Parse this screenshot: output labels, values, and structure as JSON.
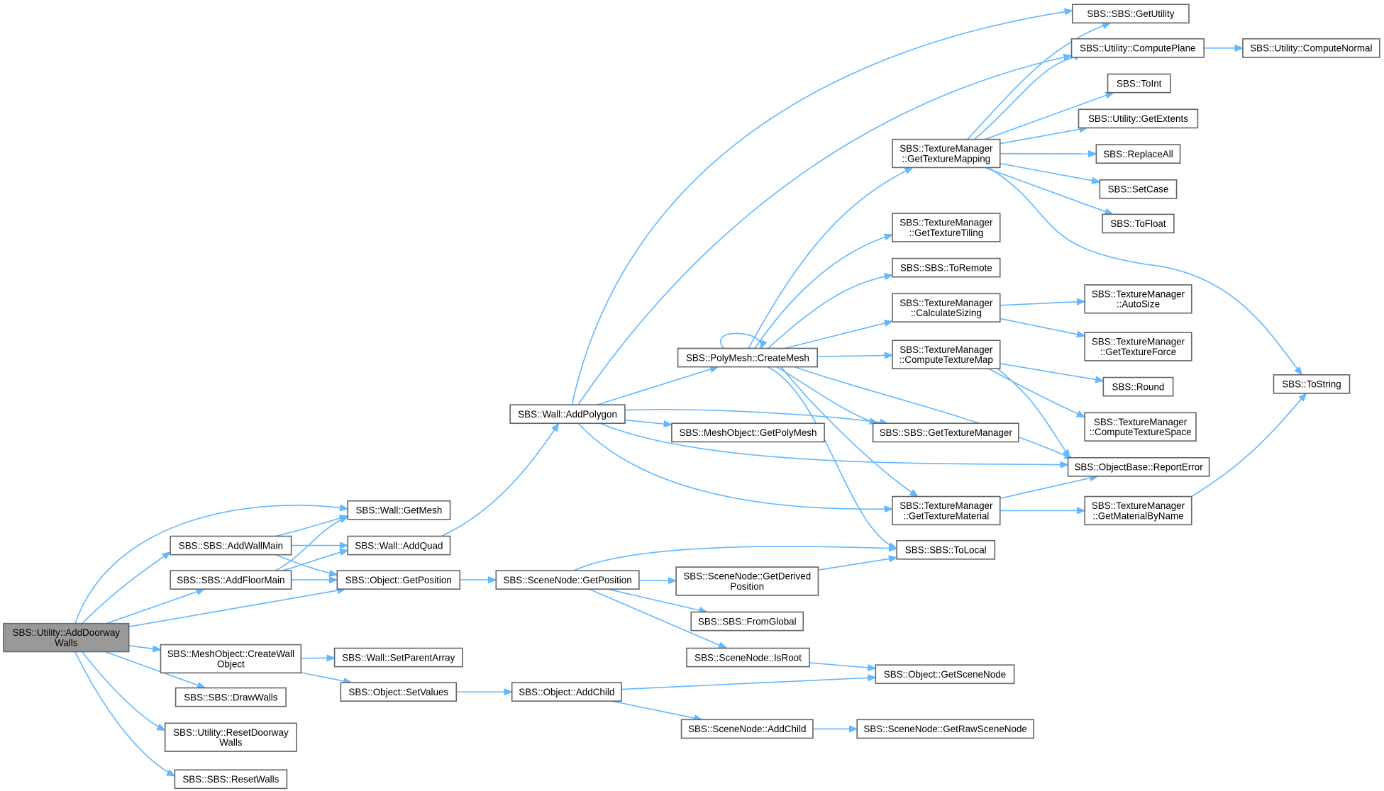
{
  "diagram": {
    "edge_color": "#63b8ff",
    "node_border_color": "#666666",
    "root_fill_color": "#999999",
    "nodes": [
      {
        "id": "root",
        "lines": [
          "SBS::Utility::AddDoorway",
          "Walls"
        ],
        "root": true
      },
      {
        "id": "getmesh",
        "lines": [
          "SBS::Wall::GetMesh"
        ]
      },
      {
        "id": "addwallmain",
        "lines": [
          "SBS::SBS::AddWallMain"
        ]
      },
      {
        "id": "addquad",
        "lines": [
          "SBS::Wall::AddQuad"
        ]
      },
      {
        "id": "addfloormain",
        "lines": [
          "SBS::SBS::AddFloorMain"
        ]
      },
      {
        "id": "objgetpos",
        "lines": [
          "SBS::Object::GetPosition"
        ]
      },
      {
        "id": "createwall",
        "lines": [
          "SBS::MeshObject::CreateWall",
          "Object"
        ]
      },
      {
        "id": "setparent",
        "lines": [
          "SBS::Wall::SetParentArray"
        ]
      },
      {
        "id": "setvalues",
        "lines": [
          "SBS::Object::SetValues"
        ]
      },
      {
        "id": "drawwalls",
        "lines": [
          "SBS::SBS::DrawWalls"
        ]
      },
      {
        "id": "resetdoor",
        "lines": [
          "SBS::Utility::ResetDoorway",
          "Walls"
        ]
      },
      {
        "id": "resetwalls",
        "lines": [
          "SBS::SBS::ResetWalls"
        ]
      },
      {
        "id": "addpolygon",
        "lines": [
          "SBS::Wall::AddPolygon"
        ]
      },
      {
        "id": "sngetpos",
        "lines": [
          "SBS::SceneNode::GetPosition"
        ]
      },
      {
        "id": "objaddchild",
        "lines": [
          "SBS::Object::AddChild"
        ]
      },
      {
        "id": "createmesh",
        "lines": [
          "SBS::PolyMesh::CreateMesh"
        ]
      },
      {
        "id": "getpolymesh",
        "lines": [
          "SBS::MeshObject::GetPolyMesh"
        ]
      },
      {
        "id": "sngetderived",
        "lines": [
          "SBS::SceneNode::GetDerived",
          "Position"
        ]
      },
      {
        "id": "fromglobal",
        "lines": [
          "SBS::SBS::FromGlobal"
        ]
      },
      {
        "id": "isroot",
        "lines": [
          "SBS::SceneNode::IsRoot"
        ]
      },
      {
        "id": "snaddchild",
        "lines": [
          "SBS::SceneNode::AddChild"
        ]
      },
      {
        "id": "gettexmapping",
        "lines": [
          "SBS::TextureManager",
          "::GetTextureMapping"
        ]
      },
      {
        "id": "gettextiling",
        "lines": [
          "SBS::TextureManager",
          "::GetTextureTiling"
        ]
      },
      {
        "id": "toremote",
        "lines": [
          "SBS::SBS::ToRemote"
        ]
      },
      {
        "id": "calcsizing",
        "lines": [
          "SBS::TextureManager",
          "::CalculateSizing"
        ]
      },
      {
        "id": "computetexmap",
        "lines": [
          "SBS::TextureManager",
          "::ComputeTextureMap"
        ]
      },
      {
        "id": "gettexmgr",
        "lines": [
          "SBS::SBS::GetTextureManager"
        ]
      },
      {
        "id": "gettexmaterial",
        "lines": [
          "SBS::TextureManager",
          "::GetTextureMaterial"
        ]
      },
      {
        "id": "tolocal",
        "lines": [
          "SBS::SBS::ToLocal"
        ]
      },
      {
        "id": "getscenenode",
        "lines": [
          "SBS::Object::GetSceneNode"
        ]
      },
      {
        "id": "getrawscenenode",
        "lines": [
          "SBS::SceneNode::GetRawSceneNode"
        ]
      },
      {
        "id": "getutility",
        "lines": [
          "SBS::SBS::GetUtility"
        ]
      },
      {
        "id": "computeplane",
        "lines": [
          "SBS::Utility::ComputePlane"
        ]
      },
      {
        "id": "toint",
        "lines": [
          "SBS::ToInt"
        ]
      },
      {
        "id": "getextents",
        "lines": [
          "SBS::Utility::GetExtents"
        ]
      },
      {
        "id": "replaceall",
        "lines": [
          "SBS::ReplaceAll"
        ]
      },
      {
        "id": "setcase",
        "lines": [
          "SBS::SetCase"
        ]
      },
      {
        "id": "tofloat",
        "lines": [
          "SBS::ToFloat"
        ]
      },
      {
        "id": "autosize",
        "lines": [
          "SBS::TextureManager",
          "::AutoSize"
        ]
      },
      {
        "id": "gettexforce",
        "lines": [
          "SBS::TextureManager",
          "::GetTextureForce"
        ]
      },
      {
        "id": "round",
        "lines": [
          "SBS::Round"
        ]
      },
      {
        "id": "computetexspace",
        "lines": [
          "SBS::TextureManager",
          "::ComputeTextureSpace"
        ]
      },
      {
        "id": "reporterror",
        "lines": [
          "SBS::ObjectBase::ReportError"
        ]
      },
      {
        "id": "getmatbyname",
        "lines": [
          "SBS::TextureManager",
          "::GetMaterialByName"
        ]
      },
      {
        "id": "computenormal",
        "lines": [
          "SBS::Utility::ComputeNormal"
        ]
      },
      {
        "id": "tostring",
        "lines": [
          "SBS::ToString"
        ]
      }
    ],
    "edges": [
      [
        "root",
        "getmesh"
      ],
      [
        "root",
        "addwallmain"
      ],
      [
        "root",
        "addfloormain"
      ],
      [
        "root",
        "objgetpos"
      ],
      [
        "root",
        "createwall"
      ],
      [
        "root",
        "drawwalls"
      ],
      [
        "root",
        "resetdoor"
      ],
      [
        "root",
        "resetwalls"
      ],
      [
        "addwallmain",
        "getmesh"
      ],
      [
        "addwallmain",
        "addquad"
      ],
      [
        "addwallmain",
        "objgetpos"
      ],
      [
        "addfloormain",
        "getmesh"
      ],
      [
        "addfloormain",
        "addquad"
      ],
      [
        "addfloormain",
        "objgetpos"
      ],
      [
        "addquad",
        "addpolygon"
      ],
      [
        "objgetpos",
        "sngetpos"
      ],
      [
        "createwall",
        "setparent"
      ],
      [
        "createwall",
        "setvalues"
      ],
      [
        "setvalues",
        "objaddchild"
      ],
      [
        "addpolygon",
        "getutility"
      ],
      [
        "addpolygon",
        "computeplane"
      ],
      [
        "addpolygon",
        "createmesh"
      ],
      [
        "addpolygon",
        "getpolymesh"
      ],
      [
        "addpolygon",
        "gettexmgr"
      ],
      [
        "addpolygon",
        "reporterror"
      ],
      [
        "addpolygon",
        "gettexmaterial"
      ],
      [
        "sngetpos",
        "tolocal"
      ],
      [
        "sngetpos",
        "sngetderived"
      ],
      [
        "sngetpos",
        "fromglobal"
      ],
      [
        "sngetpos",
        "isroot"
      ],
      [
        "sngetderived",
        "tolocal"
      ],
      [
        "isroot",
        "getscenenode"
      ],
      [
        "objaddchild",
        "getscenenode"
      ],
      [
        "objaddchild",
        "snaddchild"
      ],
      [
        "snaddchild",
        "getrawscenenode"
      ],
      [
        "createmesh",
        "createmesh"
      ],
      [
        "createmesh",
        "gettexmapping"
      ],
      [
        "createmesh",
        "gettextiling"
      ],
      [
        "createmesh",
        "toremote"
      ],
      [
        "createmesh",
        "calcsizing"
      ],
      [
        "createmesh",
        "computetexmap"
      ],
      [
        "createmesh",
        "gettexmgr"
      ],
      [
        "createmesh",
        "reporterror"
      ],
      [
        "createmesh",
        "gettexmaterial"
      ],
      [
        "createmesh",
        "tolocal"
      ],
      [
        "gettexmapping",
        "getutility"
      ],
      [
        "gettexmapping",
        "computeplane"
      ],
      [
        "gettexmapping",
        "toint"
      ],
      [
        "gettexmapping",
        "getextents"
      ],
      [
        "gettexmapping",
        "replaceall"
      ],
      [
        "gettexmapping",
        "setcase"
      ],
      [
        "gettexmapping",
        "tofloat"
      ],
      [
        "gettexmapping",
        "tostring"
      ],
      [
        "calcsizing",
        "autosize"
      ],
      [
        "calcsizing",
        "gettexforce"
      ],
      [
        "computetexmap",
        "round"
      ],
      [
        "computetexmap",
        "computetexspace"
      ],
      [
        "computetexmap",
        "reporterror"
      ],
      [
        "gettexmaterial",
        "reporterror"
      ],
      [
        "gettexmaterial",
        "getmatbyname"
      ],
      [
        "getmatbyname",
        "tostring"
      ],
      [
        "computeplane",
        "computenormal"
      ]
    ]
  }
}
